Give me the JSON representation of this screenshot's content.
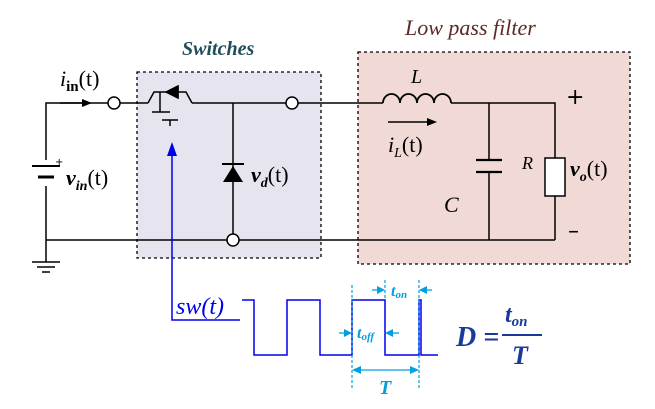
{
  "labels": {
    "switches": "Switches",
    "low_pass_filter": "Low pass filter",
    "i_in_main": "i",
    "i_in_sub": "in",
    "i_in_arg": "(t)",
    "v_in_main": "v",
    "v_in_sub": "in",
    "v_in_arg": "(t)",
    "v_d_main": "v",
    "v_d_sub": "d",
    "v_d_arg": "(t)",
    "inductor": "L",
    "i_l_main": "i",
    "i_l_sub": "L",
    "i_l_arg": "(t)",
    "capacitor": "C",
    "resistor": "R",
    "v_o_main": "v",
    "v_o_sub": "o",
    "v_o_arg": "(t)",
    "plus": "+",
    "minus": "–",
    "sw": "sw(t)",
    "t_on_main": "t",
    "t_on_sub": "on",
    "t_off_main": "t",
    "t_off_sub": "off",
    "period": "T",
    "duty_lhs": "D =",
    "duty_num_main": "t",
    "duty_num_sub": "on",
    "duty_den": "T"
  },
  "colors": {
    "wire": "#000000",
    "switch_box_fill": "#e6e4ee",
    "filter_box_fill": "#f1d9d6",
    "switches_title": "#1e4f5a",
    "filter_title": "#5a2a24",
    "control": "#0000ee",
    "timing": "#00a0e0",
    "duty": "#1a3a9a"
  }
}
